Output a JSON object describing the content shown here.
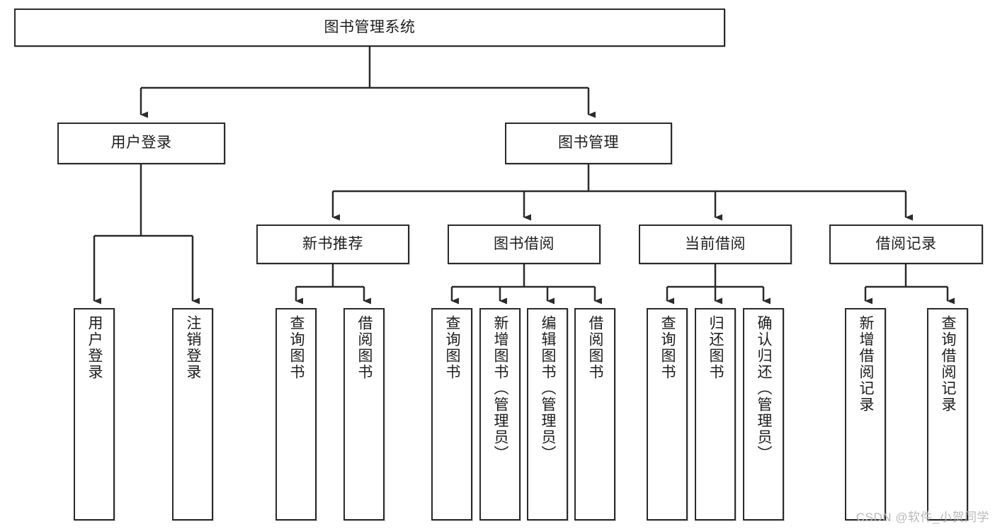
{
  "diagram": {
    "title": "图书管理系统",
    "type": "hierarchy-tree",
    "watermark": "CSDN @软件_小贺同学",
    "colors": {
      "stroke": "#2b2b2b",
      "fill": "#ffffff",
      "text": "#1d1d1d",
      "watermark": "#b9b9b9"
    }
  },
  "nodes": {
    "root": {
      "label": "图书管理系统"
    },
    "level2": [
      {
        "label": "用户登录"
      },
      {
        "label": "图书管理"
      }
    ],
    "level3": [
      {
        "label": "新书推荐"
      },
      {
        "label": "图书借阅"
      },
      {
        "label": "当前借阅"
      },
      {
        "label": "借阅记录"
      }
    ],
    "leaves": {
      "user_login": [
        {
          "label": "用户登录"
        },
        {
          "label": "注销登录"
        }
      ],
      "new_book_recommend": [
        {
          "label": "查询图书"
        },
        {
          "label": "借阅图书"
        }
      ],
      "book_borrow": [
        {
          "label": "查询图书"
        },
        {
          "label": "新增图书（管理员）"
        },
        {
          "label": "编辑图书（管理员）"
        },
        {
          "label": "借阅图书"
        }
      ],
      "current_borrow": [
        {
          "label": "查询图书"
        },
        {
          "label": "归还图书"
        },
        {
          "label": "确认归还（管理员）"
        }
      ],
      "borrow_record": [
        {
          "label": "新增借阅记录"
        },
        {
          "label": "查询借阅记录"
        }
      ]
    }
  }
}
